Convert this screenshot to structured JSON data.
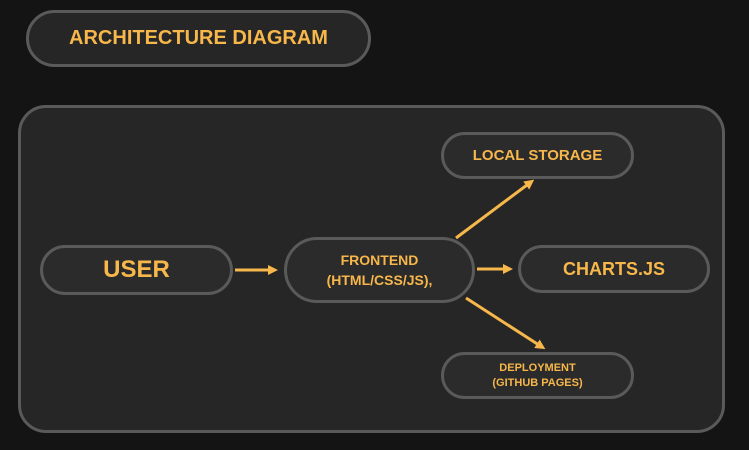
{
  "title": "ARCHITECTURE DIAGRAM",
  "nodes": {
    "user": "USER",
    "frontend_line1": "FRONTEND",
    "frontend_line2": "(HTML/CSS/JS),",
    "local_storage": "LOCAL STORAGE",
    "charts": "CHARTS.JS",
    "deployment_line1": "DEPLOYMENT",
    "deployment_line2": "(GITHUB PAGES)"
  },
  "colors": {
    "background": "#141414",
    "panel": "#262626",
    "border": "#5a5a5a",
    "accent": "#f7b74a"
  }
}
